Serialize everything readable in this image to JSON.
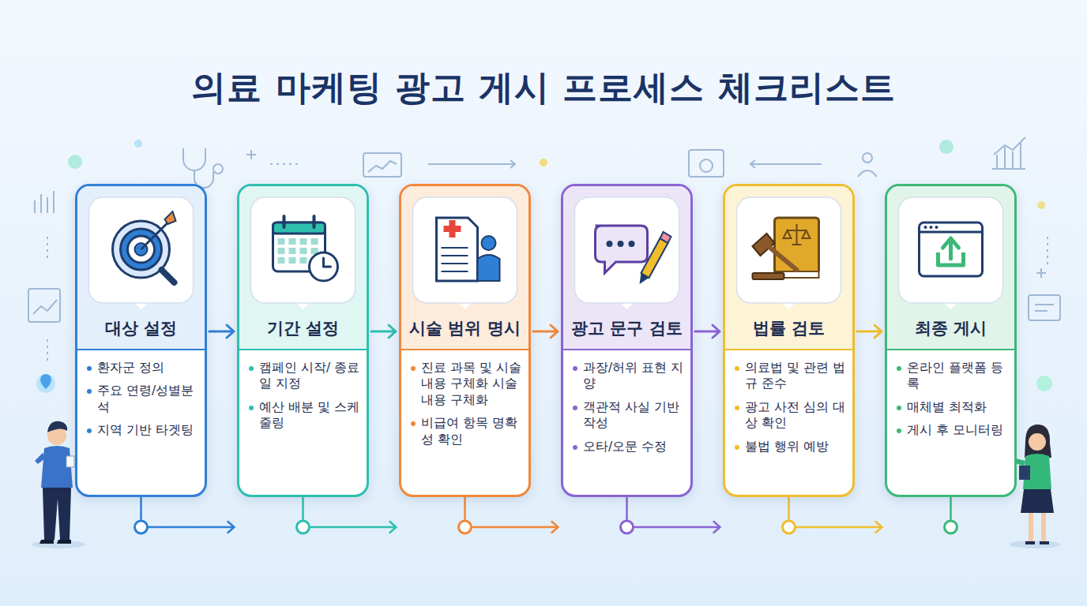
{
  "diagram": {
    "title": "의료 마케팅 광고 게시 프로세스 체크리스트",
    "nodes": [
      {
        "text": [
          "대상 설정",
          "환자군 정의",
          "주요 연령/성별분석",
          "지역 기반 타겟팅"
        ]
      },
      {
        "text": [
          "기간 설정",
          "캠페인 시작/ 종료일 지정",
          "예산 배분 및 스케줄링"
        ]
      },
      {
        "text": [
          "시술 범위 명시",
          "진료 과목 및 시술 내용 구체화 시술 내용 구체화",
          "비급여 항목 명확성 확인"
        ]
      },
      {
        "text": [
          "광고 문구 검토",
          "과장/허위 표현 지양",
          "객관적 사실 기반 작성",
          "오타/오문 수정"
        ]
      },
      {
        "text": [
          "법률 검토",
          "의료법 및 관련 법규 준수",
          "광고 사전 심의 대상 확인",
          "불법 행위 예방"
        ]
      },
      {
        "text": [
          "최종 게시",
          "온라인 플랫폼 등록",
          "매체별 최적화",
          "게시 후 모니터링"
        ]
      }
    ],
    "edges": [
      {
        "from": 0,
        "to": 1,
        "arrow": "to"
      },
      {
        "from": 1,
        "to": 2,
        "arrow": "to"
      },
      {
        "from": 2,
        "to": 3,
        "arrow": "to"
      },
      {
        "from": 3,
        "to": 4,
        "arrow": "to"
      },
      {
        "from": 4,
        "to": 5,
        "arrow": "to"
      }
    ]
  }
}
